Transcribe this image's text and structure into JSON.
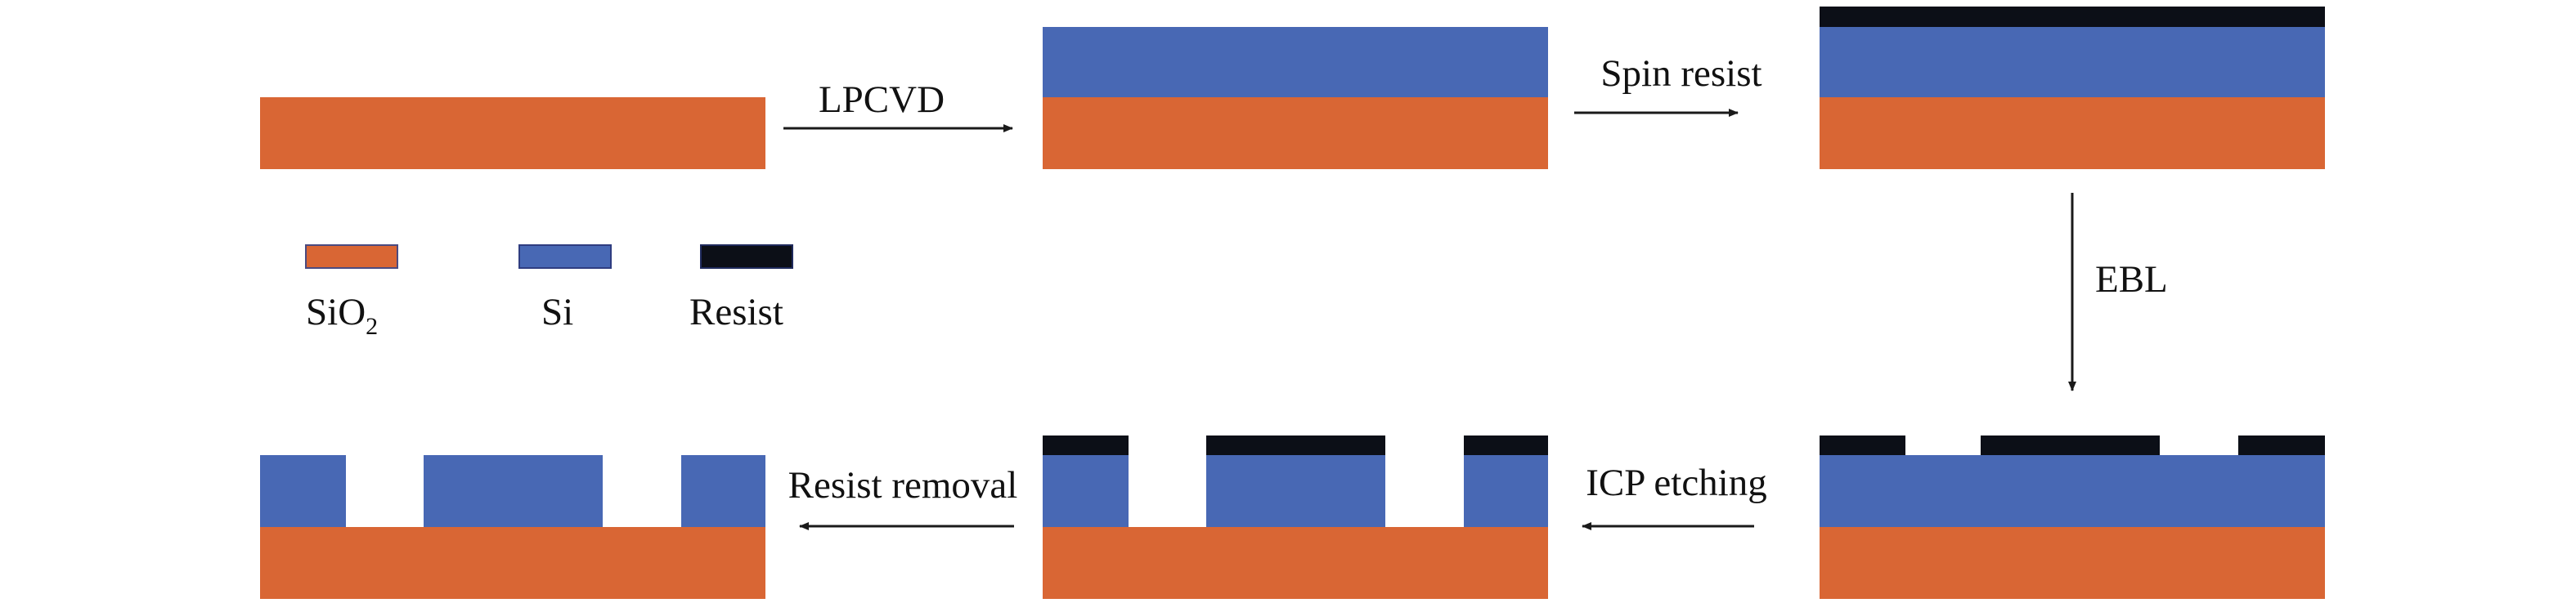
{
  "colors": {
    "sio2": "#D96634",
    "si": "#4868B4",
    "resist": "#0C0F17",
    "arrow": "#1A1A1A"
  },
  "legend": {
    "sio2": {
      "label": "SiO",
      "subscript": "2"
    },
    "si": {
      "label": "Si"
    },
    "resist": {
      "label": "Resist"
    }
  },
  "steps": {
    "lpcvd": "LPCVD",
    "spin_resist": "Spin resist",
    "ebl": "EBL",
    "icp_etching": "ICP etching",
    "resist_removal": "Resist removal"
  }
}
